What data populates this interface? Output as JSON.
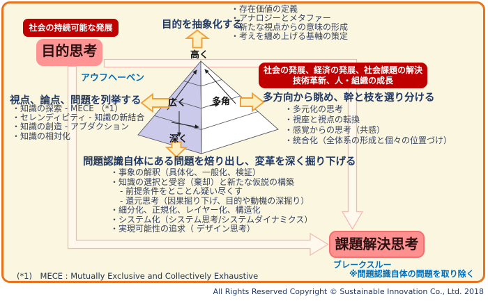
{
  "page": {
    "footnote": "(*1)　MECE : Mutually Exclusive and Collectively Exhaustive",
    "copyright": "All Rights Reserved  Copyright © Sustainable Innovation  Co., Ltd.  2018"
  },
  "colors": {
    "frame_border": "#E8731E",
    "canvas_bg": "#FBF6DF",
    "red_badge": "#C00000",
    "pink_box": "#FF9090",
    "accent_blue": "#0070C0",
    "heading_navy": "#203864",
    "pyramid_left_face": "#CBCAEA",
    "pyramid_right_face": "#FFFFFF",
    "block_arrow_fill": "#FCF0C2",
    "block_arrow_border": "#F0A13C",
    "connector_pink": "#F1BBB3"
  },
  "purpose_thinking": {
    "badge": "社会の持続可能な発展",
    "title": "目的思考",
    "aufheben": "アウフヘーベン"
  },
  "problem_solving": {
    "title": "課題解決思考",
    "breakthrough": "ブレークスルー",
    "note": "※問題認識自体の問題を取り除く"
  },
  "top_section": {
    "heading": "目的を抽象化する",
    "bullets": [
      "・存在価値の定義",
      "・アナロジーとメタファー",
      "・新たな視点からの意味の形成",
      "・考えを纏め上げる基軸の策定"
    ]
  },
  "right_section": {
    "badge_line1": "社会の発展、経済の発展、社会課題の解決",
    "badge_line2": "技術革新、人・組織の成長",
    "heading": "多方向から眺め、幹と枝を選り分ける",
    "bullets": [
      "・多元化の思考",
      "・視座と視点の転換",
      "・感覚からの思考（共感）",
      "・統合化（全体系の形成と個々の位置づけ）"
    ]
  },
  "left_section": {
    "heading": "視点、論点、問題を列挙する",
    "bullets": [
      "・知識の探索 - MECE （*1）",
      "・セレンディピティ - 知識の新結合",
      "・知識の創造 - アブダクション",
      "・知識の相対化"
    ]
  },
  "bottom_section": {
    "heading": "問題認識自体にある問題を焙り出し、変革を深く掘り下げる",
    "bullets": [
      "・事象の解釈（具体化、一般化、検証）",
      "・知識の選択と受容（棄却）と新たな仮説の構築",
      "- 前提条件をとことん疑い尽くす",
      "- 還元思考（因果掘り下げ、目的や動機の深掘り）",
      "・細分化、正規化、レイヤー化、構造化",
      "・システム化（システム思考/システムダイナミクス）",
      "・実現可能性の追求（ デザイン思考）"
    ]
  },
  "pyramid": {
    "labels": {
      "top": "高く",
      "left": "広く",
      "right": "多角",
      "bottom": "深く"
    }
  }
}
